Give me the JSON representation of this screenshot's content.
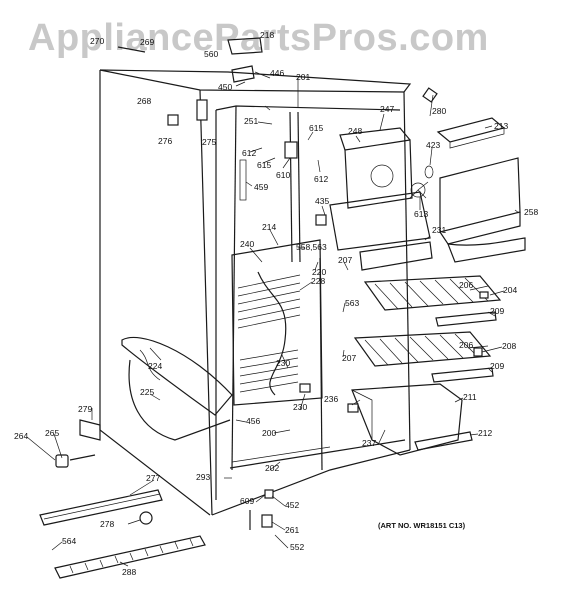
{
  "watermark": "AppliancePartsPros.com",
  "art_number": "(ART NO. WR18151 C13)",
  "parts": [
    {
      "id": "p270",
      "label": "270"
    },
    {
      "id": "p269",
      "label": "269"
    },
    {
      "id": "p560",
      "label": "560"
    },
    {
      "id": "p218",
      "label": "218"
    },
    {
      "id": "p446",
      "label": "446"
    },
    {
      "id": "p450",
      "label": "450"
    },
    {
      "id": "p201",
      "label": "201"
    },
    {
      "id": "p268",
      "label": "268"
    },
    {
      "id": "p276",
      "label": "276"
    },
    {
      "id": "p275",
      "label": "275"
    },
    {
      "id": "p251",
      "label": "251"
    },
    {
      "id": "p247",
      "label": "247"
    },
    {
      "id": "p280",
      "label": "280"
    },
    {
      "id": "p213",
      "label": "213"
    },
    {
      "id": "p248",
      "label": "248"
    },
    {
      "id": "p615a",
      "label": "615"
    },
    {
      "id": "p612a",
      "label": "612"
    },
    {
      "id": "p615b",
      "label": "615"
    },
    {
      "id": "p610",
      "label": "610"
    },
    {
      "id": "p612b",
      "label": "612"
    },
    {
      "id": "p423",
      "label": "423"
    },
    {
      "id": "p459",
      "label": "459"
    },
    {
      "id": "p613",
      "label": "613"
    },
    {
      "id": "p435",
      "label": "435"
    },
    {
      "id": "p258",
      "label": "258"
    },
    {
      "id": "p214",
      "label": "214"
    },
    {
      "id": "p231",
      "label": "231"
    },
    {
      "id": "p558",
      "label": "558,563"
    },
    {
      "id": "p240",
      "label": "240"
    },
    {
      "id": "p207a",
      "label": "207"
    },
    {
      "id": "p220",
      "label": "220"
    },
    {
      "id": "p228",
      "label": "228"
    },
    {
      "id": "p206a",
      "label": "206"
    },
    {
      "id": "p204",
      "label": "204"
    },
    {
      "id": "p563",
      "label": "563"
    },
    {
      "id": "p209a",
      "label": "209"
    },
    {
      "id": "p224",
      "label": "224"
    },
    {
      "id": "p207b",
      "label": "207"
    },
    {
      "id": "p206b",
      "label": "206"
    },
    {
      "id": "p208",
      "label": "208"
    },
    {
      "id": "p230a",
      "label": "230"
    },
    {
      "id": "p209b",
      "label": "209"
    },
    {
      "id": "p225",
      "label": "225"
    },
    {
      "id": "p236",
      "label": "236"
    },
    {
      "id": "p211",
      "label": "211"
    },
    {
      "id": "p230b",
      "label": "230"
    },
    {
      "id": "p279",
      "label": "279"
    },
    {
      "id": "p456",
      "label": "456"
    },
    {
      "id": "p200",
      "label": "200"
    },
    {
      "id": "p237",
      "label": "237"
    },
    {
      "id": "p212",
      "label": "212"
    },
    {
      "id": "p264",
      "label": "264"
    },
    {
      "id": "p265",
      "label": "265"
    },
    {
      "id": "p202",
      "label": "202"
    },
    {
      "id": "p277",
      "label": "277"
    },
    {
      "id": "p293",
      "label": "293"
    },
    {
      "id": "p609",
      "label": "609"
    },
    {
      "id": "p452",
      "label": "452"
    },
    {
      "id": "p278",
      "label": "278"
    },
    {
      "id": "p261",
      "label": "261"
    },
    {
      "id": "p564",
      "label": "564"
    },
    {
      "id": "p552",
      "label": "552"
    },
    {
      "id": "p288",
      "label": "288"
    }
  ]
}
